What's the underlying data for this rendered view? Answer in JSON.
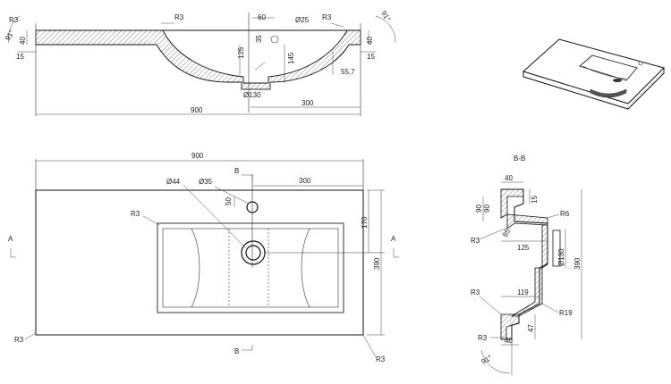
{
  "top_view": {
    "labels": {
      "r3_left": "R3",
      "r3_right": "R3",
      "r3_bottom": "R3",
      "d60": "60",
      "d25": "Ø25",
      "d35": "35",
      "d40_left": "40",
      "d40_right": "40",
      "d15_left": "15",
      "d15_right": "15",
      "d125": "125",
      "d145": "145",
      "d55_7": "55,7",
      "d130": "Ø130",
      "d300": "300",
      "d900": "900",
      "angle_left": "91°",
      "angle_right": "91°"
    }
  },
  "front_view": {
    "labels": {
      "d900": "900",
      "d300": "300",
      "d44": "Ø44",
      "d35": "Ø35",
      "d50": "50",
      "r3_basin": "R3",
      "d170": "170",
      "d390": "390",
      "r3_bottom_left": "R3",
      "r3_bottom_right": "R3",
      "section_top": "B",
      "section_bottom": "B",
      "marker_a_left": "A",
      "marker_a_right": "A"
    }
  },
  "section_view": {
    "title": "B-B",
    "labels": {
      "d40_top": "40",
      "d15": "15",
      "d90_a": "90",
      "d90_b": "90",
      "r6": "R6",
      "r3_a": "R3",
      "d85": "85",
      "d125": "125",
      "d130": "Ø130",
      "d390": "390",
      "r3_b": "R3",
      "d119": "119",
      "r19": "R19",
      "d47": "47",
      "r3_c": "R3",
      "d40_bottom": "40",
      "angle": "91°"
    }
  }
}
